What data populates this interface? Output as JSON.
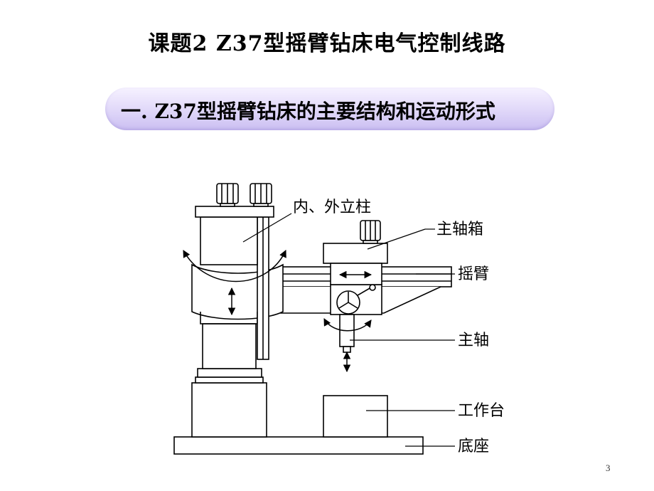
{
  "slide": {
    "title": "课题2  Z37型摇臂钻床电气控制线路",
    "section_heading": "一. Z37型摇臂钻床的主要结构和运动形式",
    "page_number": "3"
  },
  "diagram": {
    "labels": {
      "column": "内、外立柱",
      "spindle_box": "主轴箱",
      "rocker_arm": "摇臂",
      "spindle": "主轴",
      "worktable": "工作台",
      "base": "底座"
    }
  },
  "colors": {
    "section_bar_top": "#f6f2ff",
    "section_bar_bottom": "#cbbff2",
    "line": "#000000"
  }
}
